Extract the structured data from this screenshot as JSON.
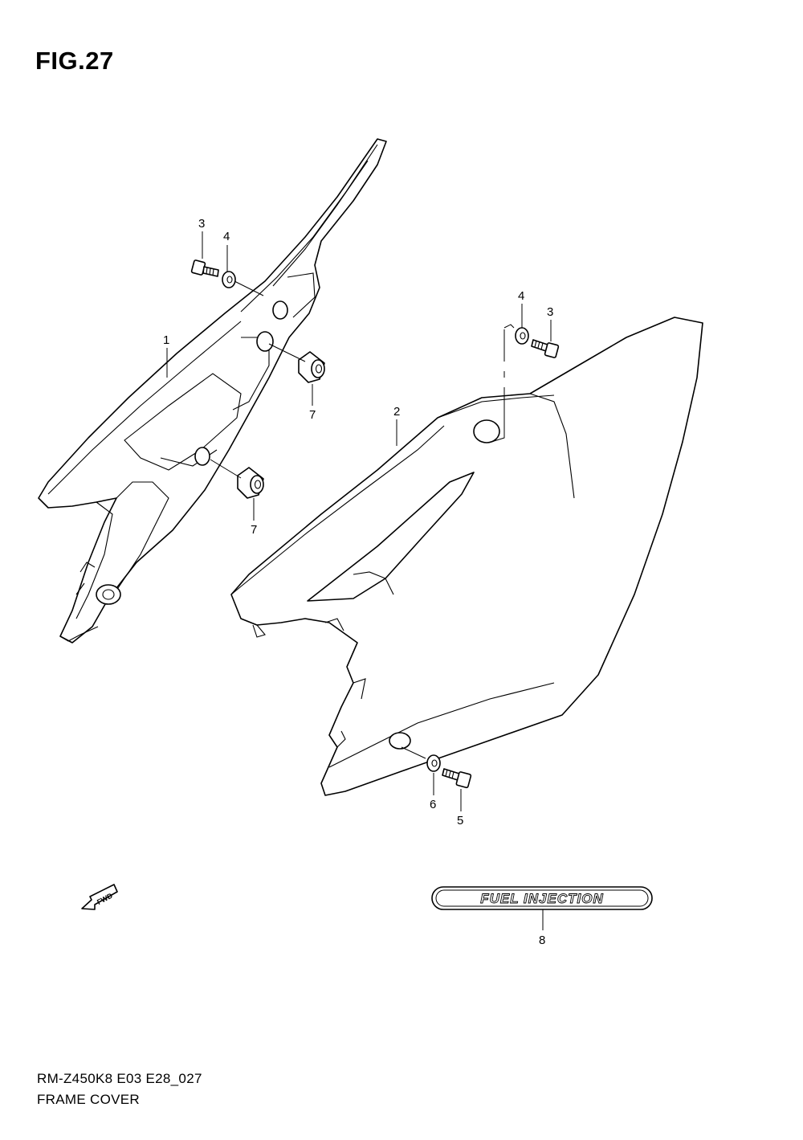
{
  "figure": {
    "title": "FIG.27"
  },
  "footer": {
    "model_code": "RM-Z450K8 E03 E28_027",
    "section_name": "FRAME COVER"
  },
  "callouts": [
    {
      "id": "c1",
      "label": "1"
    },
    {
      "id": "c2",
      "label": "2"
    },
    {
      "id": "c3a",
      "label": "3"
    },
    {
      "id": "c3b",
      "label": "3"
    },
    {
      "id": "c4a",
      "label": "4"
    },
    {
      "id": "c4b",
      "label": "4"
    },
    {
      "id": "c5",
      "label": "5"
    },
    {
      "id": "c6",
      "label": "6"
    },
    {
      "id": "c7a",
      "label": "7"
    },
    {
      "id": "c7b",
      "label": "7"
    },
    {
      "id": "c8",
      "label": "8"
    }
  ],
  "emblem": {
    "text": "FUEL INJECTION"
  },
  "fwd_marker": {
    "text": "FWD"
  }
}
